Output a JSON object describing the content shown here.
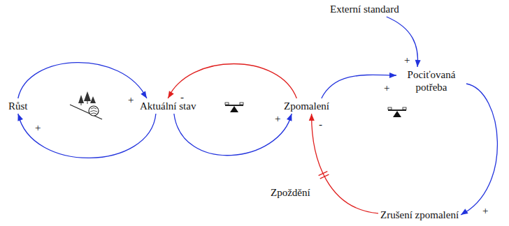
{
  "diagram": {
    "nodes": [
      {
        "text": [
          "Externí standard"
        ]
      },
      {
        "text": [
          "Pociťovaná potřeba"
        ]
      },
      {
        "text": [
          "Růst"
        ]
      },
      {
        "text": [
          "Aktuální stav"
        ]
      },
      {
        "text": [
          "Zpomalení"
        ]
      },
      {
        "text": [
          "Zrušení zpomalení"
        ]
      }
    ],
    "edges": [
      {
        "from": 2,
        "to": 3,
        "arrow": "to"
      },
      {
        "from": 3,
        "to": 2,
        "arrow": "to"
      },
      {
        "from": 3,
        "to": 4,
        "arrow": "to"
      },
      {
        "from": 4,
        "to": 3,
        "arrow": "to"
      },
      {
        "from": 4,
        "to": 1,
        "arrow": "to"
      },
      {
        "from": 0,
        "to": 1,
        "arrow": "to"
      },
      {
        "from": 1,
        "to": 5,
        "arrow": "to"
      },
      {
        "from": 5,
        "to": 4,
        "arrow": "to"
      }
    ],
    "labels": [
      "+",
      "-",
      "+",
      "+",
      "-",
      "+",
      "+",
      "+",
      "Zpoždění"
    ]
  }
}
